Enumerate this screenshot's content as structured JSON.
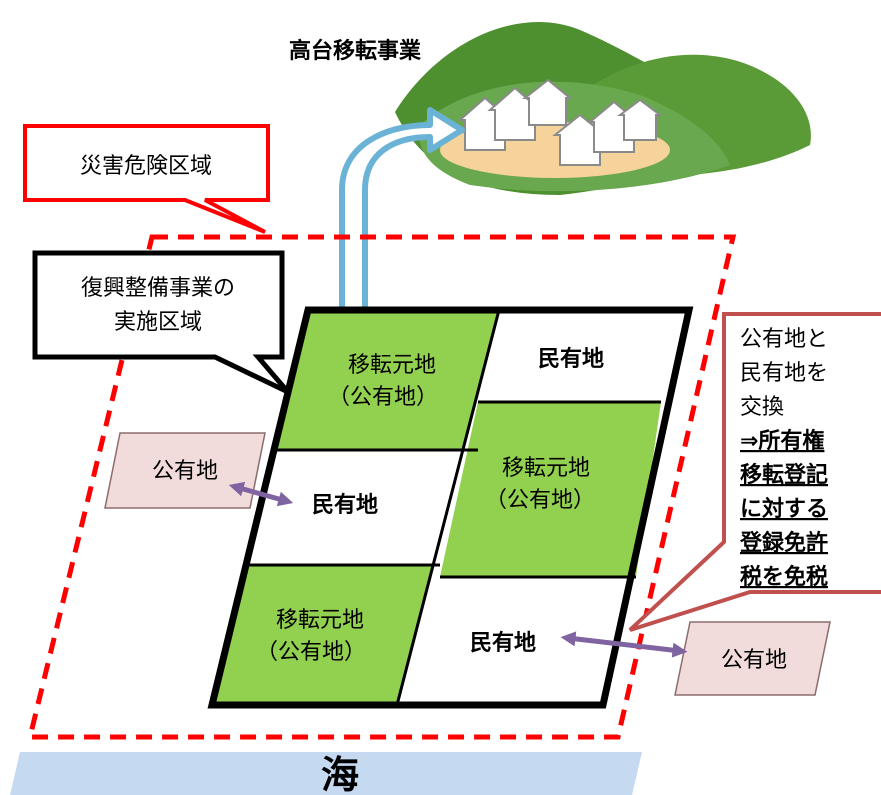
{
  "title_project": "高台移転事業",
  "sea_label": "海",
  "disaster_zone_label": "災害危険区域",
  "reconstruction_area_label": [
    "復興整備事業の",
    "実施区域"
  ],
  "plots": {
    "top_left": [
      "移転元地",
      "（公有地）"
    ],
    "top_right": "民有地",
    "mid_left": "民有地",
    "mid_right": [
      "移転元地",
      "（公有地）"
    ],
    "bottom_left": [
      "移転元地",
      "（公有地）"
    ],
    "bottom_right": "民有地"
  },
  "public_land_left": "公有地",
  "public_land_right": "公有地",
  "exchange_note": {
    "lines": [
      "公有地と",
      "民有地を",
      "交換"
    ],
    "bold_lines": [
      "⇒所有権",
      "移転登記",
      "に対する",
      "登録免許",
      "税を免税"
    ]
  },
  "colors": {
    "green": "#92d050",
    "red_dash": "#ff0000",
    "pink": "#f2dcdb",
    "sea": "#c5d9f1",
    "arrow": "#8064a2",
    "callout_border": "#c0504d",
    "hill_dark": "#4e8f2f",
    "hill_mid": "#6aa84f",
    "sand": "#f5d39b",
    "up_arrow": "#6bb3d6"
  }
}
